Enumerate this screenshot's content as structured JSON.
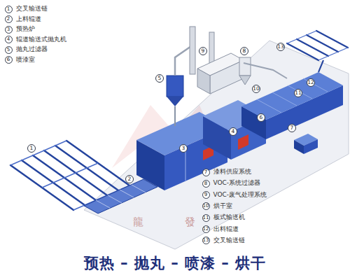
{
  "diagram": {
    "title": "预热 – 抛丸 – 喷漆 – 烘干",
    "nodes": [
      {
        "text": [
          "1",
          "交叉输送链"
        ]
      },
      {
        "text": [
          "2",
          "上料辊道"
        ]
      },
      {
        "text": [
          "3",
          "预热炉"
        ]
      },
      {
        "text": [
          "4",
          "辊道输送式抛丸机"
        ]
      },
      {
        "text": [
          "5",
          "抛丸过滤器"
        ]
      },
      {
        "text": [
          "6",
          "喷漆室"
        ]
      },
      {
        "text": [
          "7",
          "漆料供应系统"
        ]
      },
      {
        "text": [
          "8",
          "VOC-系统过滤器"
        ]
      },
      {
        "text": [
          "9",
          "VOC-废气处理系统"
        ]
      },
      {
        "text": [
          "10",
          "烘干室"
        ]
      },
      {
        "text": [
          "11",
          "板式输送机"
        ]
      },
      {
        "text": [
          "12",
          "出料辊道"
        ]
      },
      {
        "text": [
          "13",
          "交叉输送链"
        ]
      },
      {
        "text": [
          "1"
        ]
      },
      {
        "text": [
          "2"
        ]
      },
      {
        "text": [
          "3"
        ]
      },
      {
        "text": [
          "4"
        ]
      },
      {
        "text": [
          "5"
        ]
      },
      {
        "text": [
          "6"
        ]
      },
      {
        "text": [
          "7"
        ]
      },
      {
        "text": [
          "8"
        ]
      },
      {
        "text": [
          "9"
        ]
      },
      {
        "text": [
          "10"
        ]
      },
      {
        "text": [
          "11"
        ]
      },
      {
        "text": [
          "12"
        ]
      },
      {
        "text": [
          "13"
        ]
      }
    ],
    "labels": [
      "龍",
      "發"
    ]
  }
}
